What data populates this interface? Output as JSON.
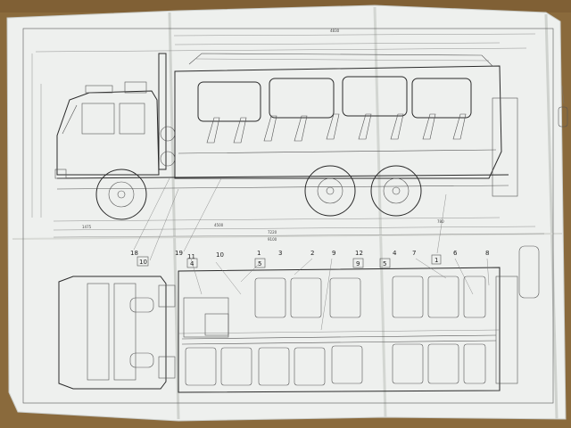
{
  "colors": {
    "table_wood": "#8a6a3c",
    "paper": "#eef0ee",
    "ink": "#2a2a2a"
  },
  "callouts_side": [
    "18",
    "10",
    "19",
    "1"
  ],
  "callouts_plan": [
    "11",
    "4",
    "10",
    "1",
    "5",
    "3",
    "2",
    "9",
    "12",
    "9",
    "5",
    "4",
    "7",
    "6",
    "8"
  ],
  "dimensions": [
    "4830",
    "4500",
    "7220",
    "9100",
    "1475",
    "780"
  ]
}
